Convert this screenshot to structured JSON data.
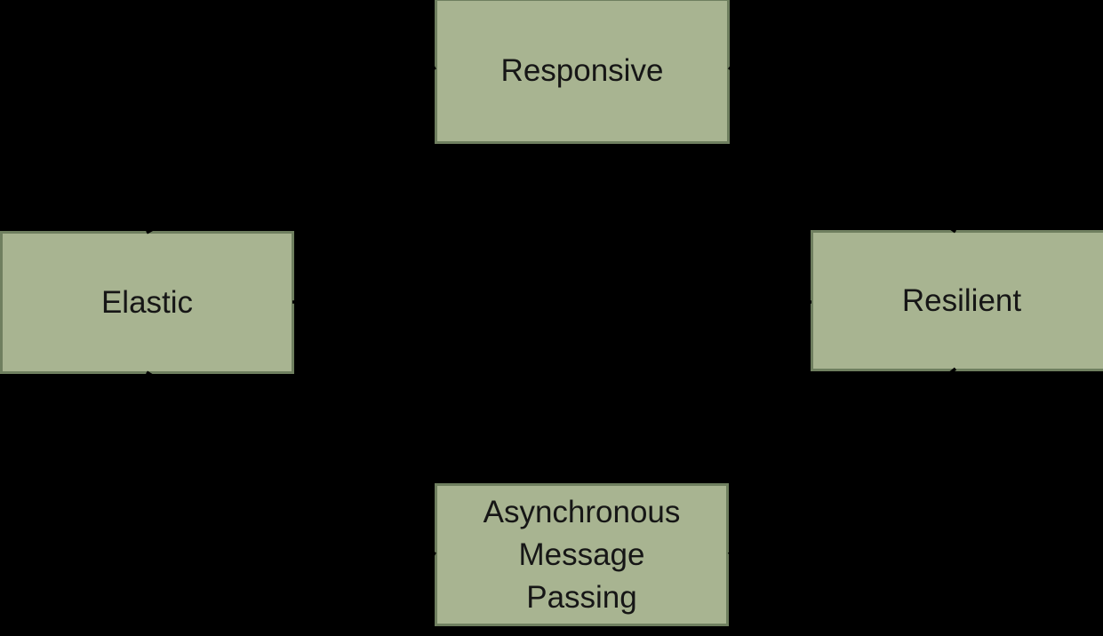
{
  "diagram": {
    "background_color": "#000000",
    "node_fill_color": "#A8B491",
    "node_border_color": "#6F7F5F",
    "node_text_color": "#161616",
    "connector_color": "#000000",
    "nodes": {
      "responsive": {
        "label": "Responsive",
        "position": "top"
      },
      "elastic": {
        "label": "Elastic",
        "position": "left"
      },
      "resilient": {
        "label": "Resilient",
        "position": "right"
      },
      "async": {
        "label": "Asynchronous\nMessage\nPassing",
        "position": "bottom"
      }
    },
    "edges": [
      {
        "from": "elastic",
        "to": "responsive"
      },
      {
        "from": "resilient",
        "to": "responsive"
      },
      {
        "from": "elastic",
        "to": "resilient"
      },
      {
        "from": "async",
        "to": "elastic"
      },
      {
        "from": "async",
        "to": "resilient"
      }
    ]
  }
}
